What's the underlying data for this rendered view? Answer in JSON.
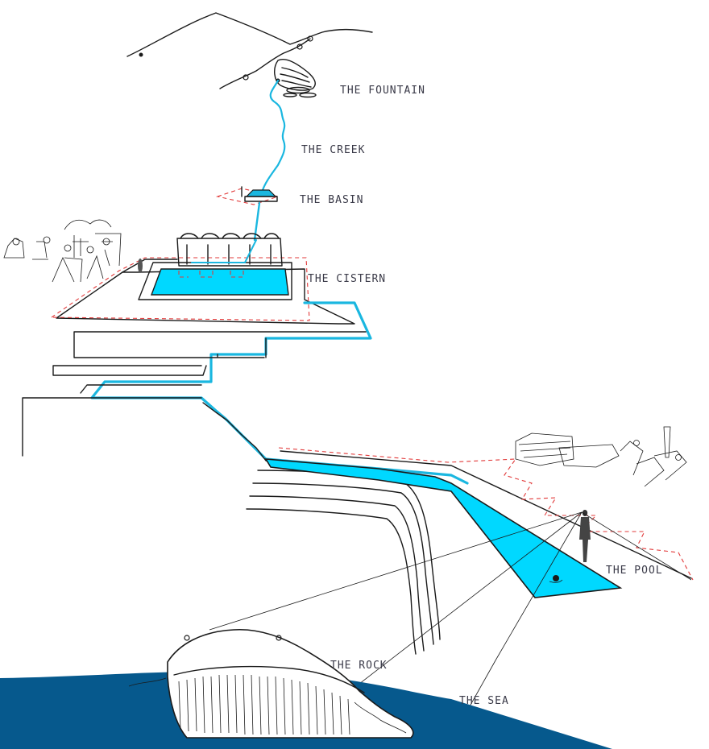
{
  "labels": {
    "fountain": "THE FOUNTAIN",
    "creek": "THE CREEK",
    "basin": "THE BASIN",
    "cistern": "THE CISTERN",
    "pool": "THE POOL",
    "rock": "THE ROCK",
    "sea": "THE SEA"
  },
  "colors": {
    "water": "#1ab7e0",
    "pool_fill": "#00d8ff",
    "sea": "#06598d",
    "dashed_outline": "#e23a3a",
    "ink": "#1a1a1a"
  }
}
